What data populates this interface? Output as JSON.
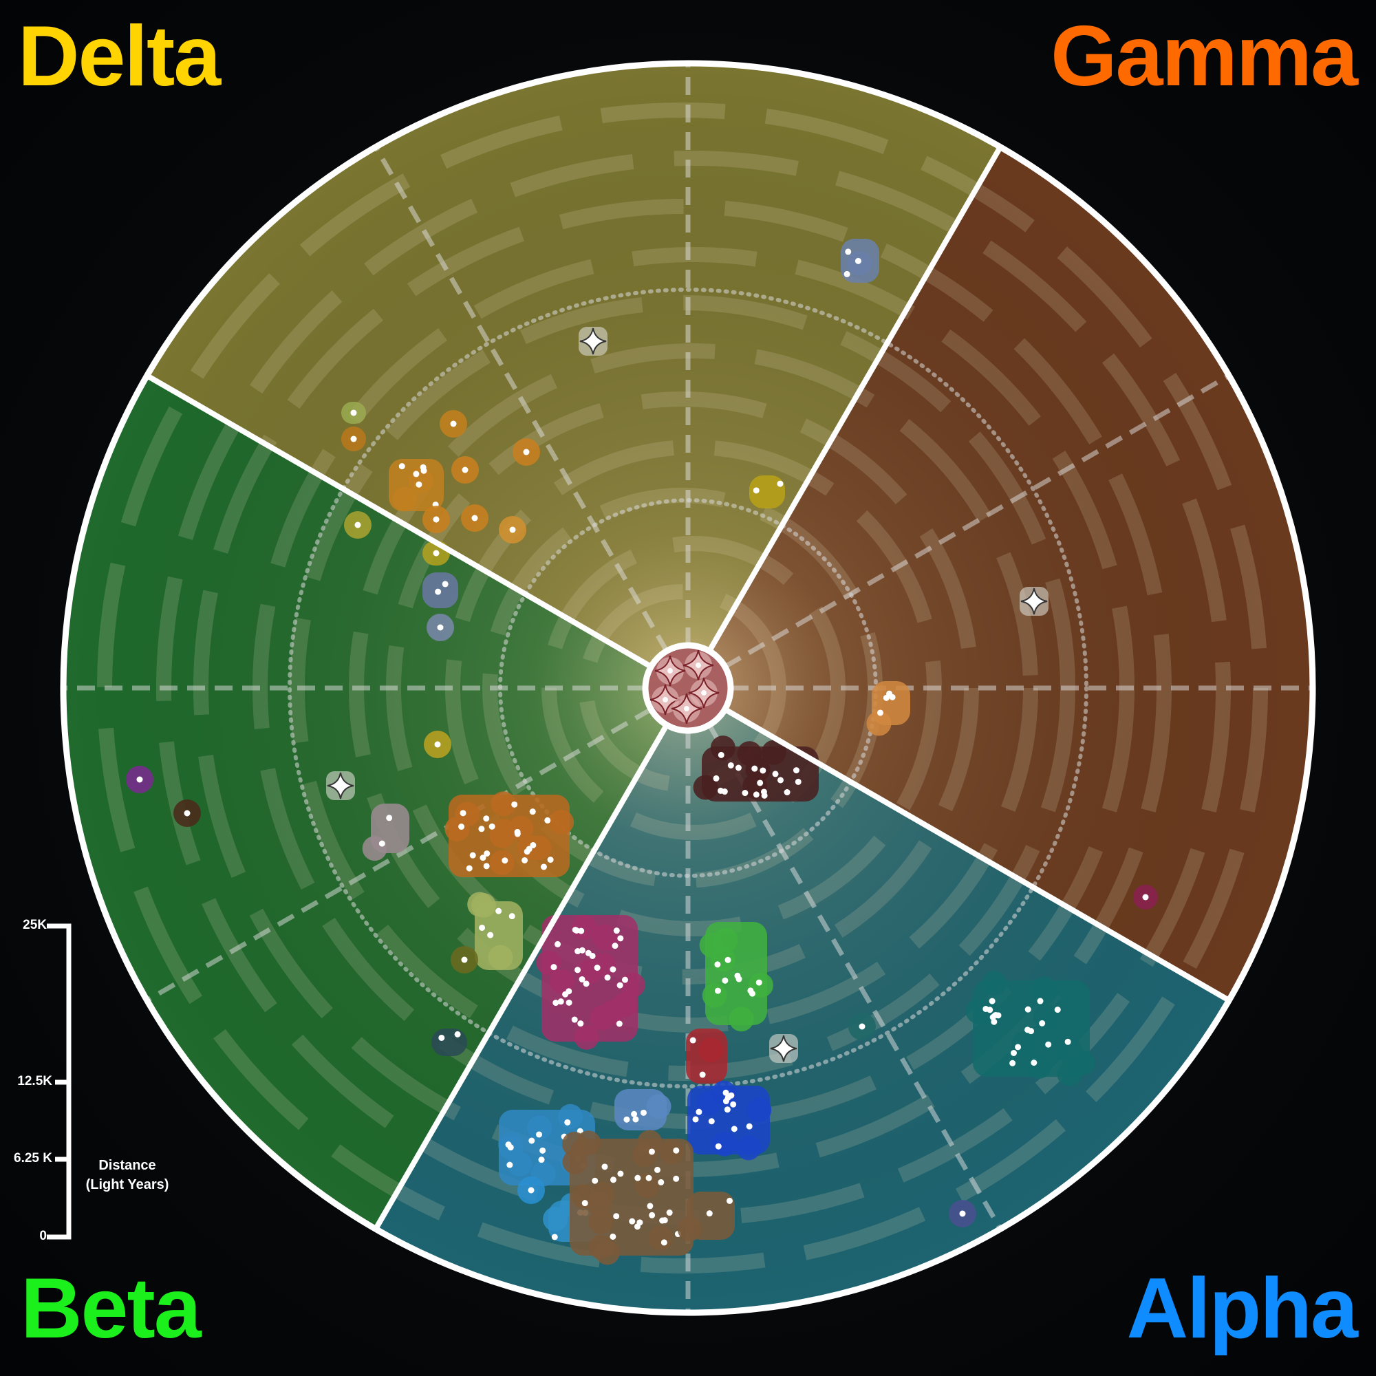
{
  "quadrants": {
    "delta": {
      "label": "Delta",
      "color": "#ffd400"
    },
    "gamma": {
      "label": "Gamma",
      "color": "#ff6a00"
    },
    "beta": {
      "label": "Beta",
      "color": "#1cf01c"
    },
    "alpha": {
      "label": "Alpha",
      "color": "#0f8cff"
    }
  },
  "sector_colors": {
    "delta": "#7a7530",
    "gamma": "#6a3a1e",
    "beta": "#1f6a2c",
    "alpha": "#1d6470"
  },
  "scale_bar": {
    "ticks": [
      "25K",
      "12.5K",
      "6.25 K",
      "0"
    ],
    "title_line1": "Distance",
    "title_line2": "(Light Years)"
  }
}
